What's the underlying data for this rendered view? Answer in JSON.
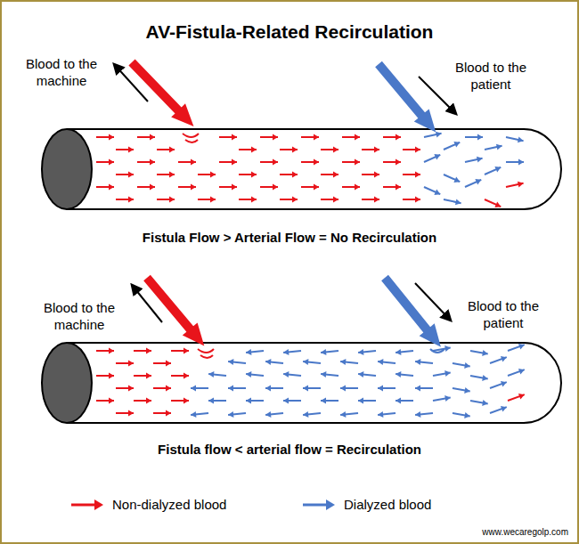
{
  "diagram": {
    "title": "AV-Fistula-Related Recirculation",
    "labels": [
      "Blood to the machine",
      "Blood to the patient",
      "Fistula Flow > Arterial Flow = No Recirculation",
      "Blood to the machine",
      "Blood to the patient",
      "Fistula flow < arterial flow = Recirculation",
      "www.wecaregolp.com"
    ],
    "legend": [
      {
        "text": "Non-dialyzed blood",
        "color": "#e8141b"
      },
      {
        "text": "Dialyzed blood",
        "color": "#4a78c8"
      }
    ]
  }
}
